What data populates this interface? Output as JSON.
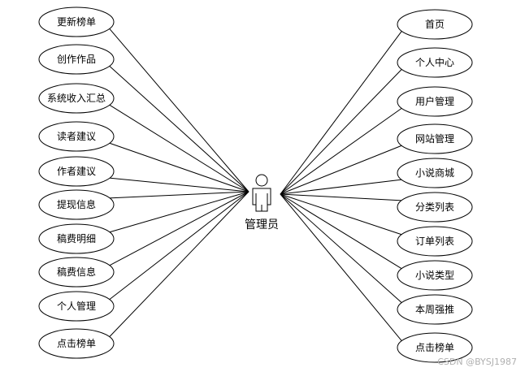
{
  "actor": {
    "label": "管理员",
    "icon": "person-icon"
  },
  "use_cases_left": [
    "更新榜单",
    "创作作品",
    "系统收入汇总",
    "读者建议",
    "作者建议",
    "提现信息",
    "稿费明细",
    "稿费信息",
    "个人管理",
    "点击榜单"
  ],
  "use_cases_right": [
    "首页",
    "个人中心",
    "用户管理",
    "网站管理",
    "小说商城",
    "分类列表",
    "订单列表",
    "小说类型",
    "本周强推",
    "点击榜单"
  ],
  "watermark": "CSDN @BYSJ1987",
  "colors": {
    "stroke": "#000000",
    "fill": "#ffffff",
    "text": "#000000"
  }
}
